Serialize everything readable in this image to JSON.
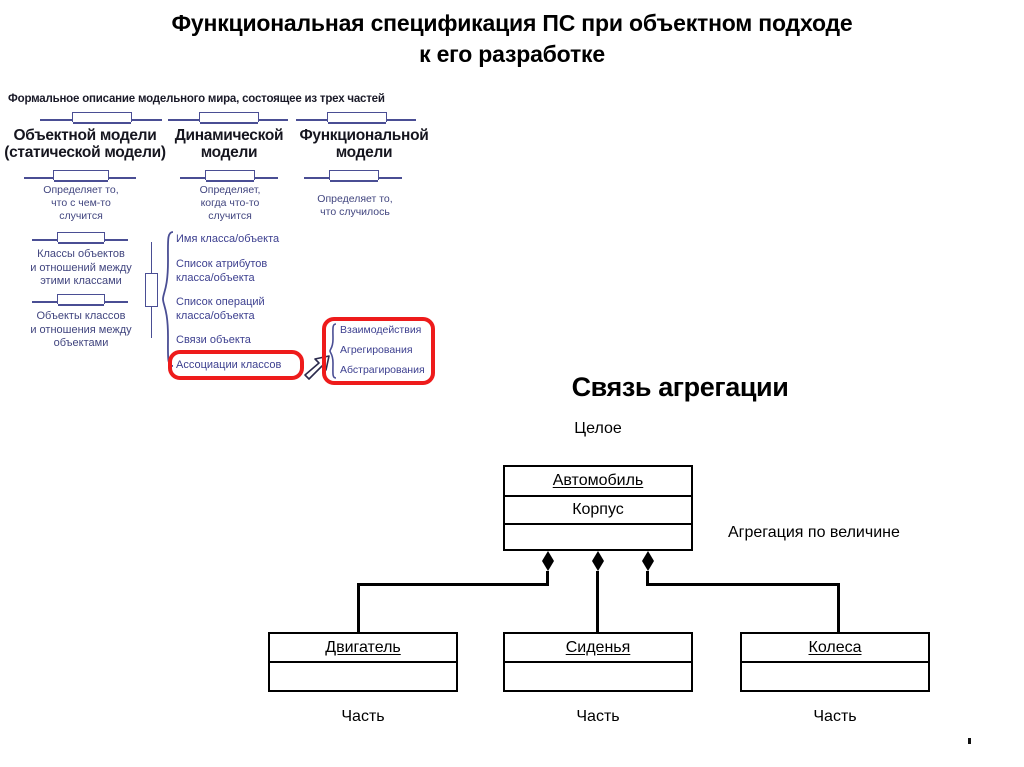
{
  "slide": {
    "title_line1": "Функциональная спецификация ПС при объектном подходе",
    "title_line2": "к его разработке"
  },
  "left_diagram": {
    "root_caption": "Формальное описание модельного мира, состоящее из трех частей",
    "models": [
      {
        "name": "Объектной модели\n(статической модели)",
        "definition": "Определяет то,\nчто с чем-то\nслучится"
      },
      {
        "name": "Динамической\nмодели",
        "definition": "Определяет,\nкогда что-то\nслучится"
      },
      {
        "name": "Функциональной\nмодели",
        "definition": "Определяет то,\nчто случилось"
      }
    ],
    "object_model_parts": [
      "Классы объектов\nи отношений между\nэтими классами",
      "Объекты классов\nи отношения между\nобъектами"
    ],
    "class_details": [
      "Имя класса/объекта",
      "Список атрибутов\nкласса/объекта",
      "Список операций\nкласса/объекта",
      "Связи объекта",
      "Ассоциации классов"
    ],
    "association_kinds": [
      "Взаимодействия",
      "Агрегирования",
      "Абстрагирования"
    ],
    "colors": {
      "blue": "#3c3f8f",
      "highlight_red": "#ee1b1b"
    }
  },
  "aggregation_diagram": {
    "title": "Связь агрегации",
    "whole_label": "Целое",
    "side_note": "Агрегация по величине",
    "whole_class": {
      "name": "Автомобиль",
      "attribute": "Корпус",
      "operations": ""
    },
    "parts": [
      {
        "name": "Двигатель",
        "body": "",
        "caption": "Часть"
      },
      {
        "name": "Сиденья",
        "body": "",
        "caption": "Часть"
      },
      {
        "name": "Колеса",
        "body": "",
        "caption": "Часть"
      }
    ]
  }
}
